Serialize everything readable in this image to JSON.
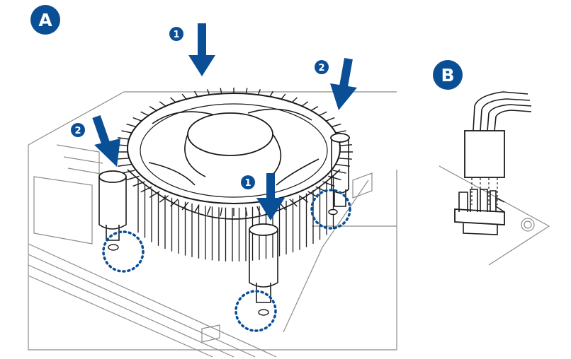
{
  "colors": {
    "accent": "#0a4f96",
    "outline": "#1a1a1a",
    "board_line": "#8c8c8c",
    "background": "#ffffff"
  },
  "panels": {
    "a": {
      "label": "A"
    },
    "b": {
      "label": "B"
    }
  },
  "steps": {
    "push_down": "1",
    "press_diagonal": "2"
  }
}
